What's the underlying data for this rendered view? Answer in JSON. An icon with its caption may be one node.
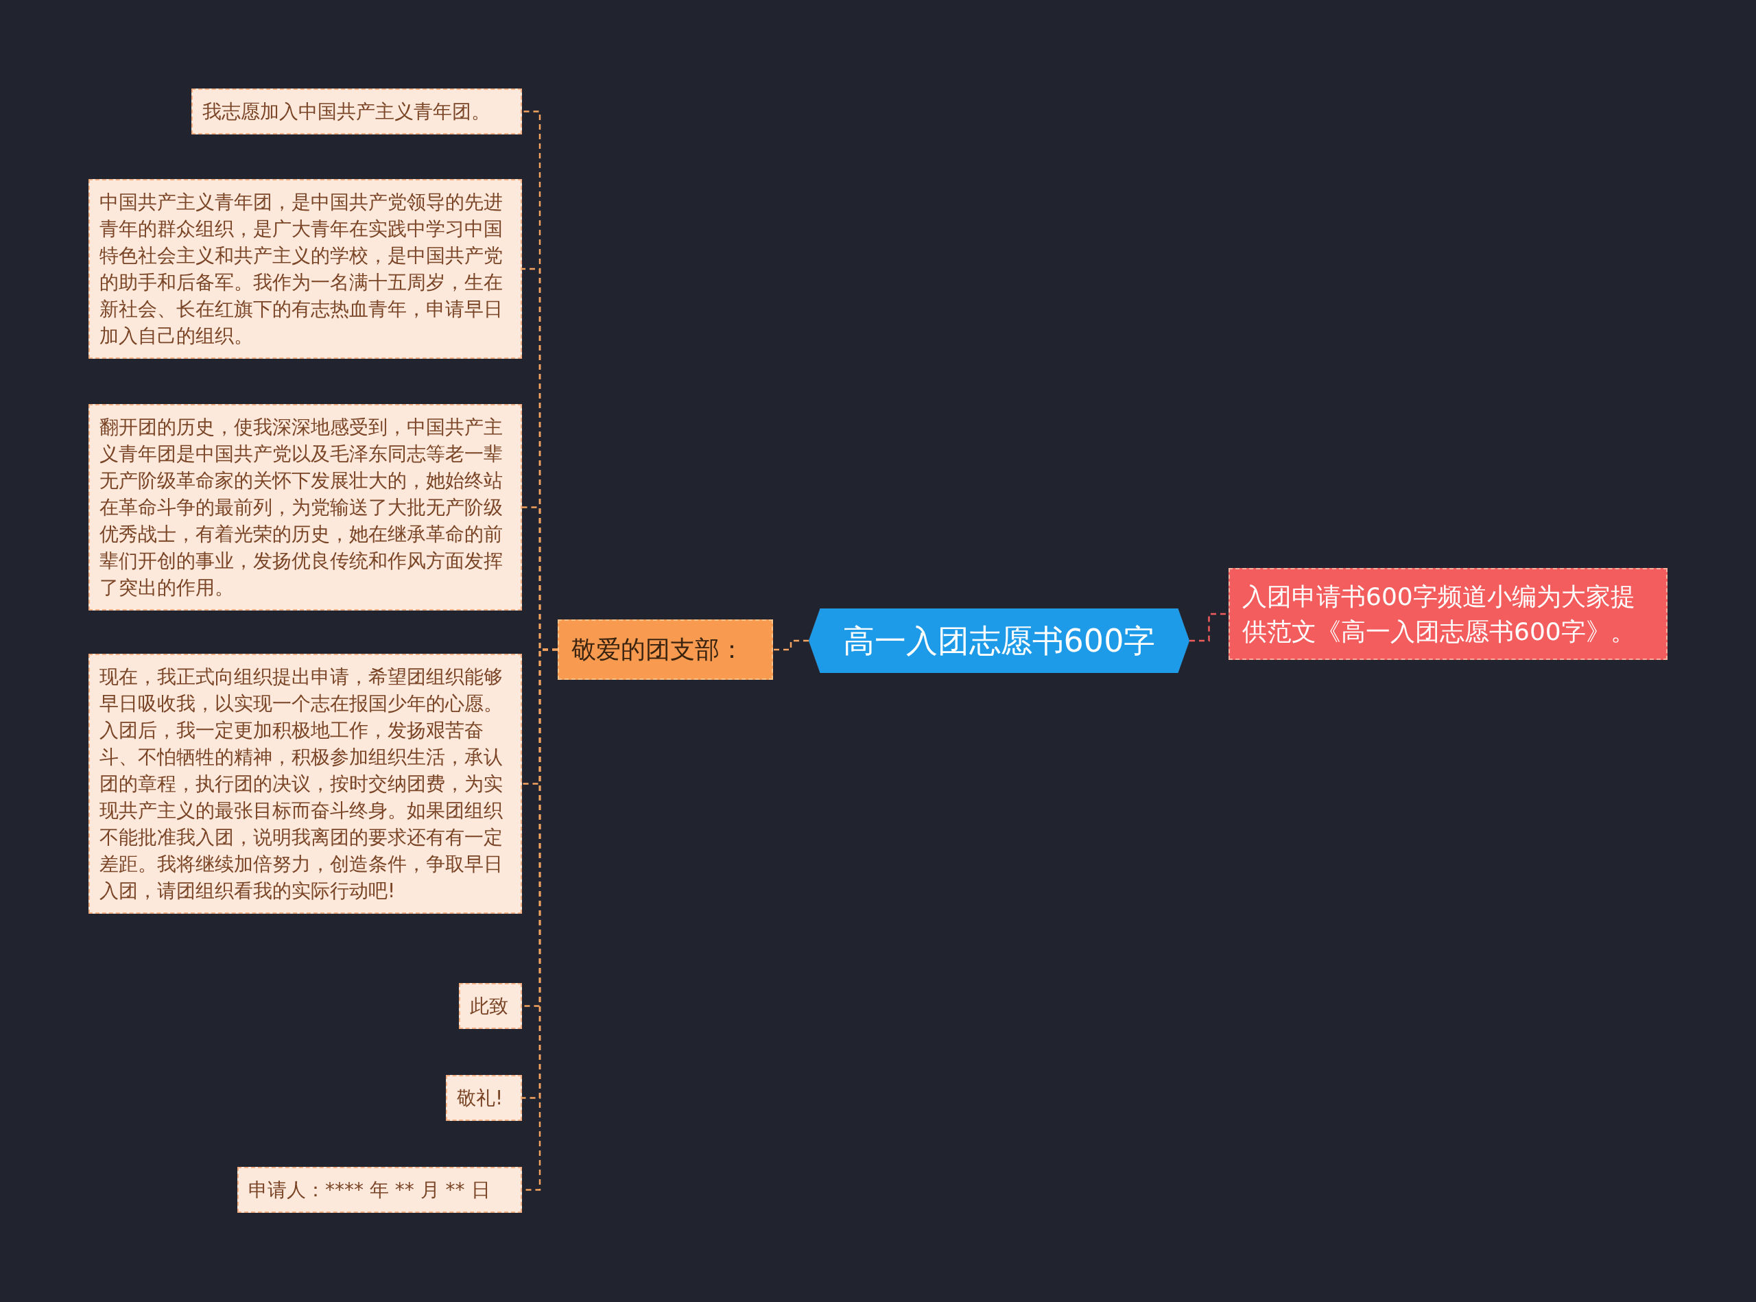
{
  "diagram": {
    "nodes": [
      {
        "text": [
          "高一入团志愿书600字"
        ]
      },
      {
        "text": [
          "敬爱的团支部："
        ]
      },
      {
        "text": [
          "入团申请书600字频道小编为大家提供范文《高一入团志愿书600字》。"
        ]
      },
      {
        "text": [
          "我志愿加入中国共产主义青年团。"
        ]
      },
      {
        "text": [
          "中国共产主义青年团，是中国共产党领导的先进青年的群众组织，是广大青年在实践中学习中国特色社会主义和共产主义的学校，是中国共产党的助手和后备军。我作为一名满十五周岁，生在新社会、长在红旗下的有志热血青年，申请早日加入自己的组织。"
        ]
      },
      {
        "text": [
          "翻开团的历史，使我深深地感受到，中国共产主义青年团是中国共产党以及毛泽东同志等老一辈无产阶级革命家的关怀下发展壮大的，她始终站在革命斗争的最前列，为党输送了大批无产阶级优秀战士，有着光荣的历史，她在继承革命的前辈们开创的事业，发扬优良传统和作风方面发挥了突出的作用。"
        ]
      },
      {
        "text": [
          "现在，我正式向组织提出申请，希望团组织能够早日吸收我，以实现一个志在报国少年的心愿。入团后，我一定更加积极地工作，发扬艰苦奋斗、不怕牺牲的精神，积极参加组织生活，承认团的章程，执行团的决议，按时交纳团费，为实现共产主义的最张目标而奋斗终身。如果团组织不能批准我入团，说明我离团的要求还有有一定差距。我将继续加倍努力，创造条件，争取早日入团，请团组织看我的实际行动吧!"
        ]
      },
      {
        "text": [
          "此致"
        ]
      },
      {
        "text": [
          "敬礼!"
        ]
      },
      {
        "text": [
          "申请人：**** 年 ** 月 ** 日"
        ]
      }
    ],
    "edges": [
      {
        "from": 0,
        "to": 1,
        "arrow": "none",
        "style": "dashed"
      },
      {
        "from": 0,
        "to": 2,
        "arrow": "none",
        "style": "dashed",
        "color": "#f25c5c"
      },
      {
        "from": 1,
        "to": 3,
        "arrow": "none",
        "style": "dashed"
      },
      {
        "from": 1,
        "to": 4,
        "arrow": "none",
        "style": "dashed"
      },
      {
        "from": 1,
        "to": 5,
        "arrow": "none",
        "style": "dashed"
      },
      {
        "from": 1,
        "to": 6,
        "arrow": "none",
        "style": "dashed"
      },
      {
        "from": 1,
        "to": 7,
        "arrow": "none",
        "style": "dashed"
      },
      {
        "from": 1,
        "to": 8,
        "arrow": "none",
        "style": "dashed"
      },
      {
        "from": 1,
        "to": 9,
        "arrow": "none",
        "style": "dashed"
      }
    ]
  }
}
